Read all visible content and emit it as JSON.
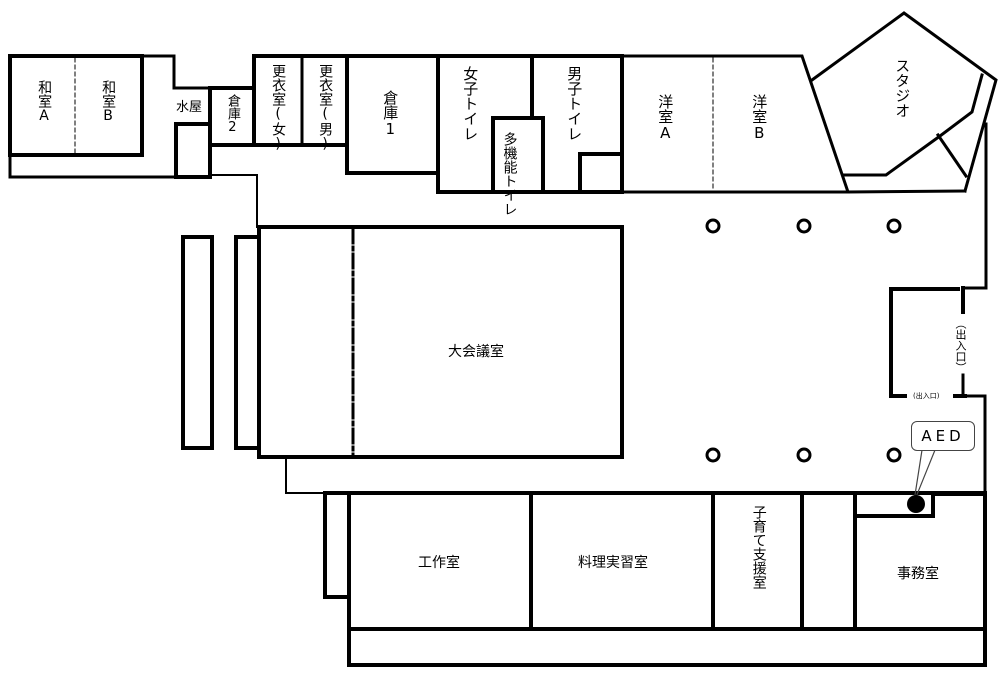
{
  "floor_plan": {
    "rooms": [
      {
        "id": "washitsu-a",
        "label": "和室A",
        "orientation": "vertical"
      },
      {
        "id": "washitsu-b",
        "label": "和室B",
        "orientation": "vertical"
      },
      {
        "id": "mizuya",
        "label": "水屋",
        "orientation": "horizontal"
      },
      {
        "id": "souko-2",
        "label": "倉庫2",
        "orientation": "vertical"
      },
      {
        "id": "kouishitsu-onna",
        "label": "更衣室(女)",
        "orientation": "vertical"
      },
      {
        "id": "kouishitsu-otoko",
        "label": "更衣室(男)",
        "orientation": "vertical"
      },
      {
        "id": "souko-1",
        "label": "倉庫1",
        "orientation": "vertical"
      },
      {
        "id": "joshi-toilet",
        "label": "女子トイレ",
        "orientation": "vertical"
      },
      {
        "id": "takinou-toilet",
        "label": "多機能トイレ",
        "orientation": "vertical"
      },
      {
        "id": "danshi-toilet",
        "label": "男子トイレ",
        "orientation": "vertical"
      },
      {
        "id": "youshitsu-a",
        "label": "洋室A",
        "orientation": "vertical"
      },
      {
        "id": "youshitsu-b",
        "label": "洋室B",
        "orientation": "vertical"
      },
      {
        "id": "studio",
        "label": "スタジオ",
        "orientation": "vertical"
      },
      {
        "id": "dai-kaigishitsu",
        "label": "大会議室",
        "orientation": "horizontal"
      },
      {
        "id": "kousakushitsu",
        "label": "工作室",
        "orientation": "horizontal"
      },
      {
        "id": "ryouri-jisshuushitsu",
        "label": "料理実習室",
        "orientation": "horizontal"
      },
      {
        "id": "kosodate-shienshitsu",
        "label": "子育て支援室",
        "orientation": "vertical"
      },
      {
        "id": "jimushitsu",
        "label": "事務室",
        "orientation": "horizontal"
      }
    ],
    "entrances": [
      {
        "id": "entrance-east",
        "label": "（出入口）",
        "orientation": "vertical"
      },
      {
        "id": "entrance-south",
        "label": "(出入口)",
        "orientation": "horizontal"
      }
    ],
    "aed": {
      "label": "AED",
      "marker_color": "#000000"
    },
    "columns_count": 6,
    "wall_color": "#000000",
    "background_color": "#ffffff"
  }
}
